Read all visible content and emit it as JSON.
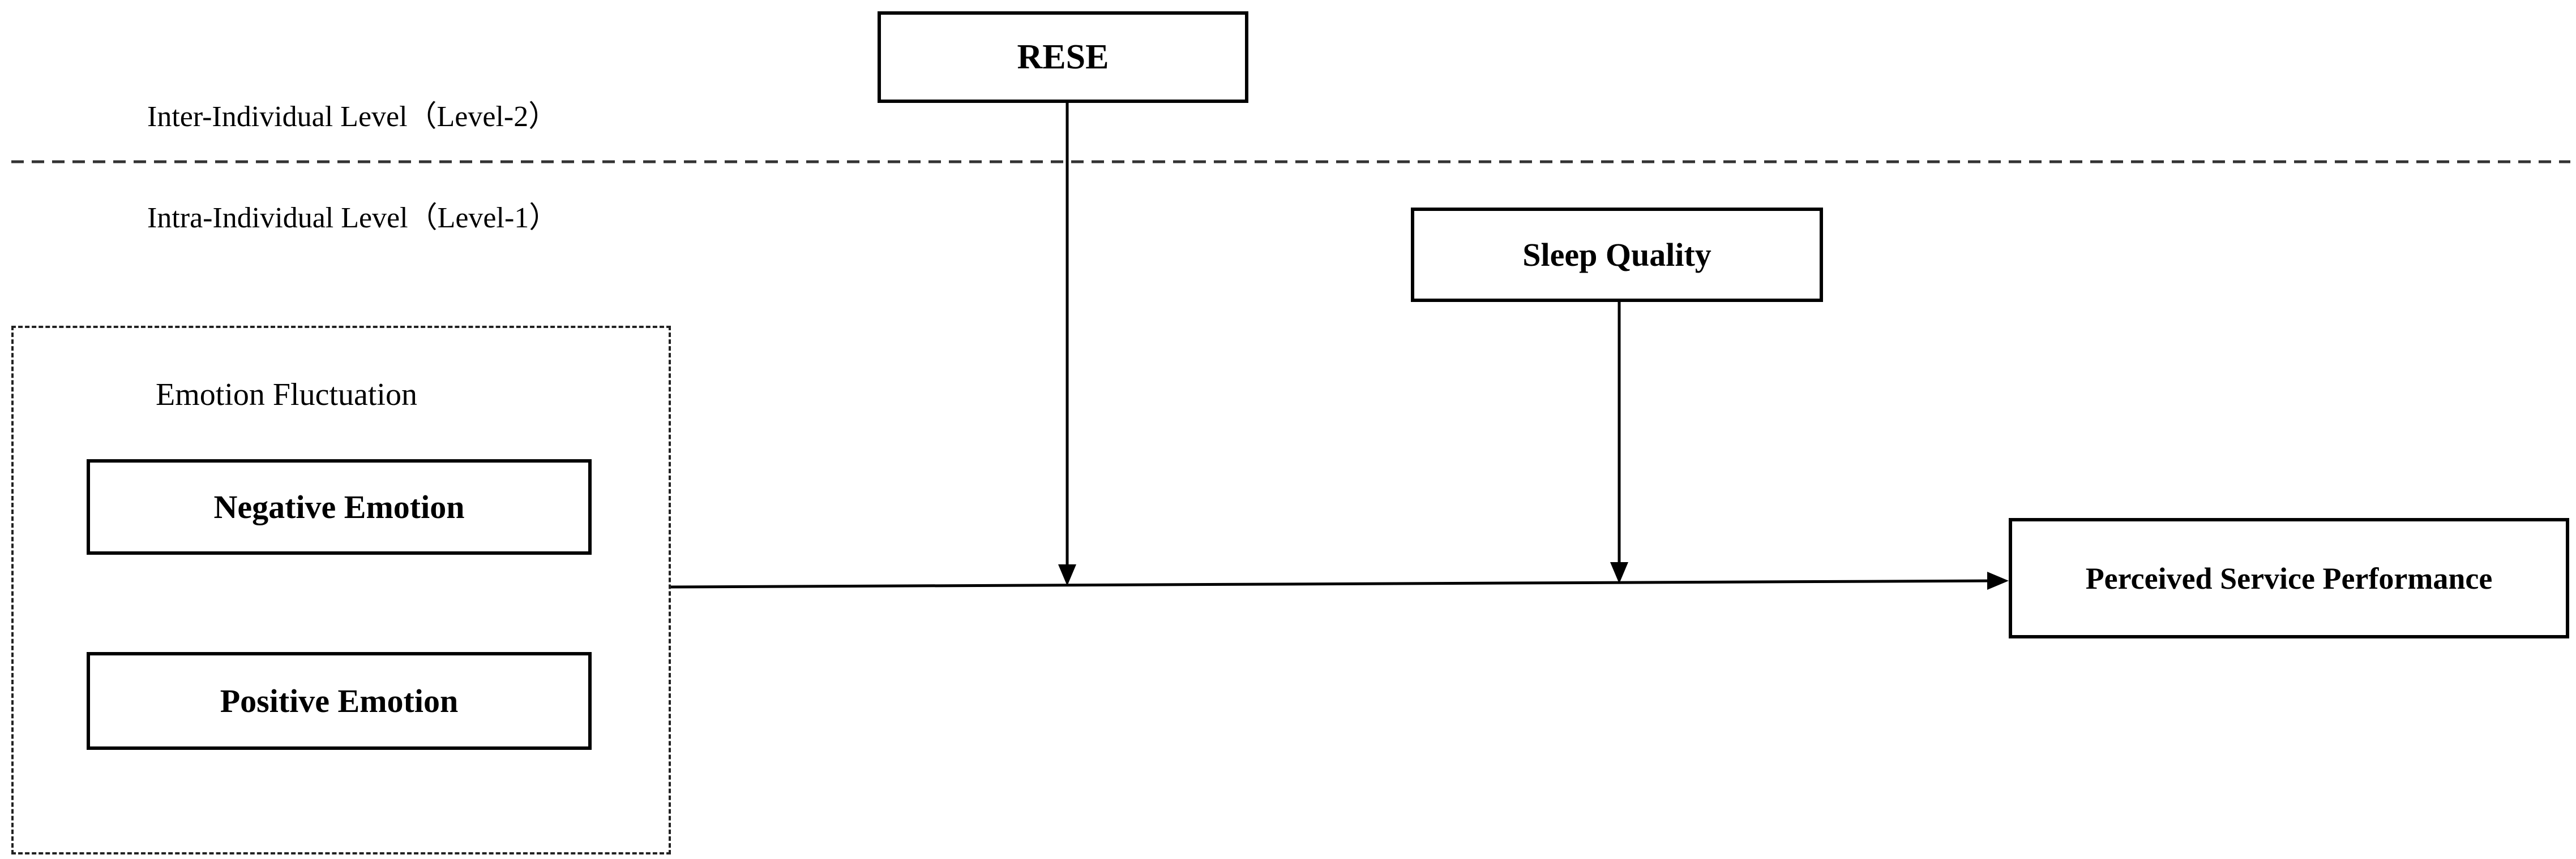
{
  "levels": {
    "between": "Inter-Individual Level（Level-2）",
    "within": "Intra-Individual Level（Level-1）"
  },
  "moderators": {
    "rese": "RESE",
    "sleep_quality": "Sleep Quality"
  },
  "predictor_group": {
    "title": "Emotion Fluctuation",
    "negative": "Negative Emotion",
    "positive": "Positive Emotion"
  },
  "outcome": {
    "label": "Perceived Service Performance"
  }
}
